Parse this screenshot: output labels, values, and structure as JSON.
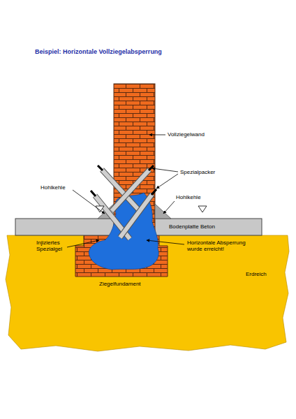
{
  "diagram": {
    "title": "Beispiel: Horizontale Vollziegelabsperrung",
    "labels": [
      "Vollziegelwand",
      "Spezialpacker",
      "Hohlkehle",
      "Hohlkehle",
      "Bodenplatte Beton",
      "Injiziertes Spezialgel",
      "Horizontale Absperrung wurde erreicht!",
      "Ziegelfundament",
      "Erdreich"
    ]
  }
}
